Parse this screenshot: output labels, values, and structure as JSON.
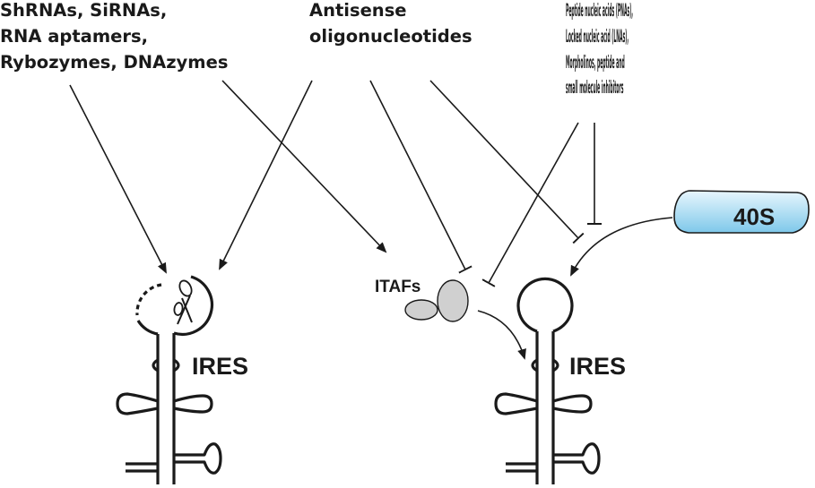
{
  "labels": {
    "sirna_group": [
      "ShRNAs, SiRNAs,",
      "RNA aptamers,",
      "Rybozymes, DNAzymes"
    ],
    "antisense_group": [
      "Antisense",
      "oligonucleotides"
    ],
    "pna_group": [
      "Peptide nucleic acids (PNAs),",
      "Locked nucleic acid (LNAs),",
      "Morpholinos, peptide and",
      "small molecule inhibitors"
    ],
    "itafs": "ITAFs",
    "ribosome": "40S",
    "ires_left": "IRES",
    "ires_right": "IRES"
  },
  "icons": {
    "scissors": "scissors-icon",
    "ribosome": "ribosome-40s-shape",
    "itaf_proteins": "itaf-protein-ellipses"
  },
  "colors": {
    "ink": "#1a1a1a",
    "protein_fill": "#d0d0d0",
    "ribosome_light": "#e8f6fd",
    "ribosome_dark": "#7ec8ea"
  }
}
